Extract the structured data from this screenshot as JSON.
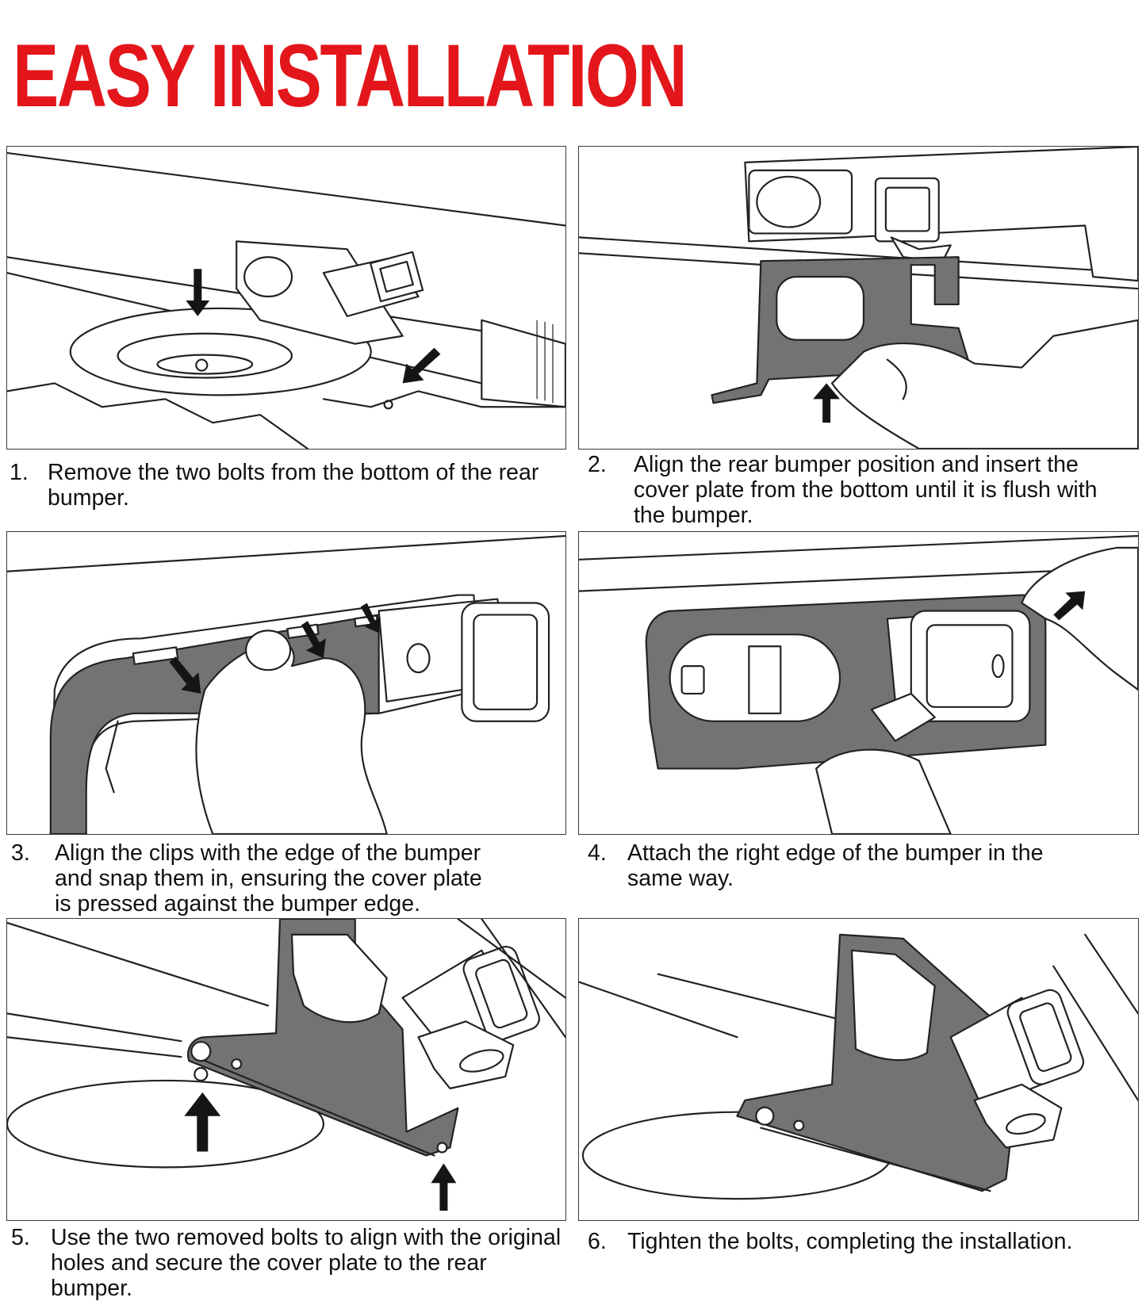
{
  "title": "EASY INSTALLATION",
  "steps": [
    {
      "num": "1.",
      "text": "Remove the two bolts from the bottom of the rear bumper."
    },
    {
      "num": "2.",
      "text": "Align the rear bumper position and insert the cover plate from the bottom until it is flush with the bumper."
    },
    {
      "num": "3.",
      "text": "Align the clips with the edge of the bumper and snap them in, ensuring the cover plate is pressed against the bumper edge."
    },
    {
      "num": "4.",
      "text": "Attach the right edge of the bumper in the same way."
    },
    {
      "num": "5.",
      "text": "Use the two removed bolts to align with the original holes and secure the cover plate to the rear bumper."
    },
    {
      "num": "6.",
      "text": "Tighten the bolts, completing the installation."
    }
  ],
  "colors": {
    "title": "#e3161b",
    "plate": "#737373",
    "border": "#3a3a3a"
  }
}
